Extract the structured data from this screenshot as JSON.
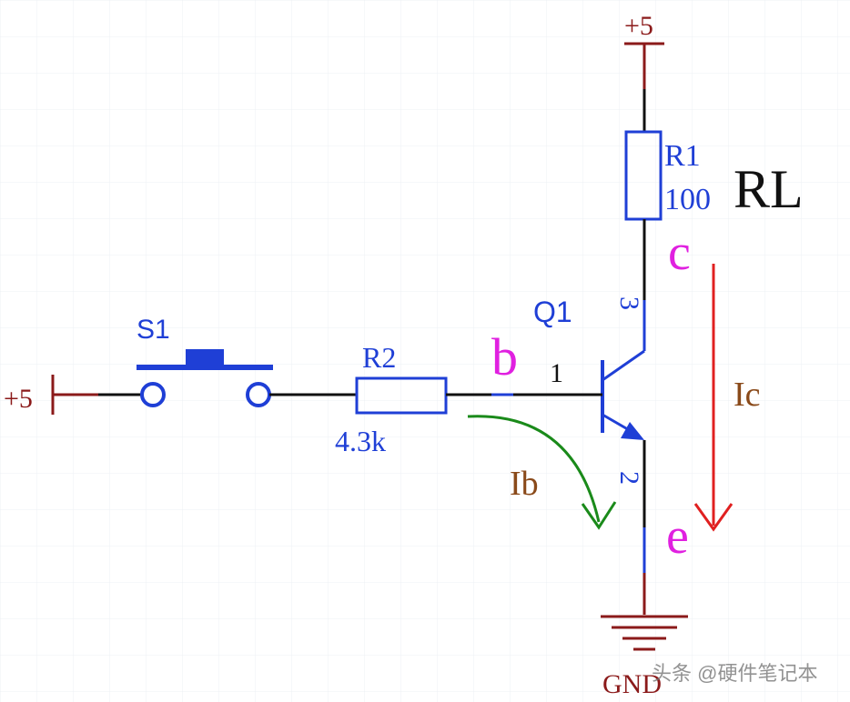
{
  "labels": {
    "vcc_top": "+5",
    "vcc_left": "+5",
    "r1_name": "R1",
    "r1_value": "100",
    "rl": "RL",
    "node_c": "c",
    "node_b": "b",
    "node_e": "e",
    "q1": "Q1",
    "pin1": "1",
    "pin2": "2",
    "pin3": "3",
    "s1": "S1",
    "r2_name": "R2",
    "r2_value": "4.3k",
    "ic": "Ic",
    "ib": "Ib",
    "gnd": "GND",
    "watermark": "头条 @硬件笔记本"
  },
  "colors": {
    "wire": "#111111",
    "component": "#1f3fd6",
    "power": "#8b1a1a",
    "node_label": "#e020e0",
    "ic_arrow": "#e02020",
    "ib_arrow": "#1a8a1a",
    "current_label": "#8a4a1a"
  }
}
